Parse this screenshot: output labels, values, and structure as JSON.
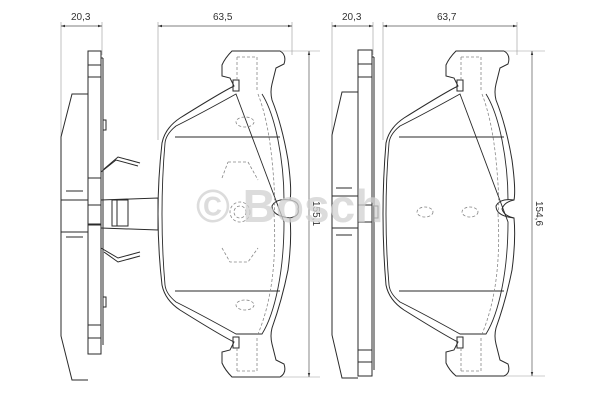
{
  "drawing": {
    "subject": "Brake pad set technical drawing",
    "watermark": "© Bosch",
    "views": [
      {
        "name": "left-pad-side-view",
        "thickness_label": "20,3"
      },
      {
        "name": "left-pad-front-view",
        "width_label": "63,5",
        "height_label": "155,1"
      },
      {
        "name": "right-pad-side-view",
        "thickness_label": "20,3"
      },
      {
        "name": "right-pad-front-view",
        "width_label": "63,7",
        "height_label": "154,6"
      }
    ]
  },
  "dimensions": {
    "left_thickness": "20,3",
    "left_width": "63,5",
    "left_height": "155,1",
    "right_thickness": "20,3",
    "right_width": "63,7",
    "right_height": "154,6"
  },
  "colors": {
    "line": "#2a2a2a",
    "dim_line": "#777777",
    "hidden_line": "#888888",
    "watermark": "#cfcfcf"
  }
}
